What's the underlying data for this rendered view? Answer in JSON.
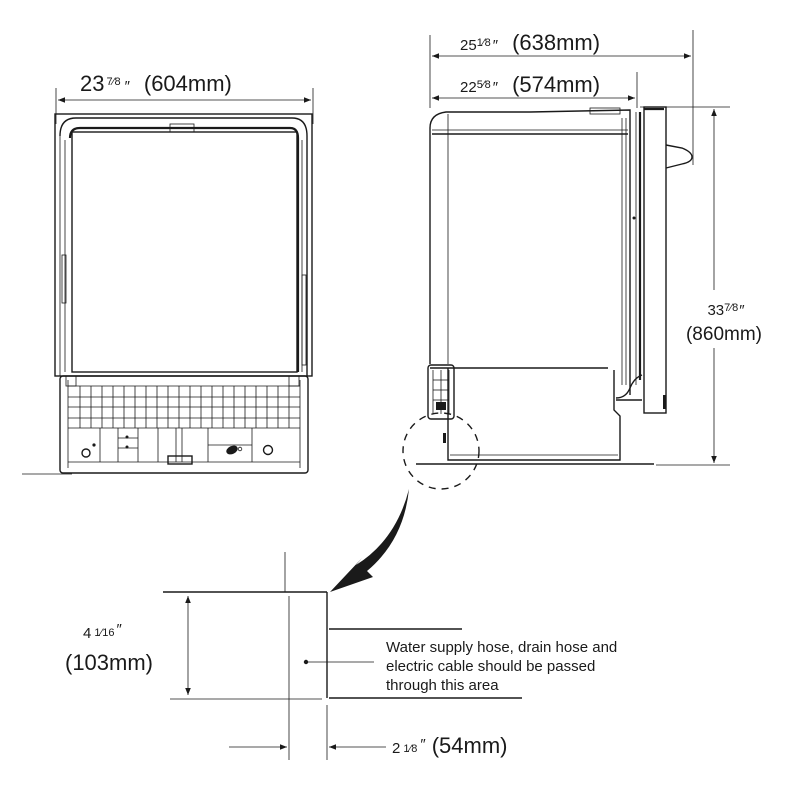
{
  "front_view": {
    "width_label": {
      "inches_whole": "23",
      "inches_frac": "7⁄8",
      "inch_mark": "″",
      "mm": "(604mm)"
    }
  },
  "side_view": {
    "overall_depth_label": {
      "inches_whole": "25",
      "inches_frac": "1⁄8",
      "inch_mark": "″",
      "mm": "(638mm)"
    },
    "cabinet_depth_label": {
      "inches_whole": "22",
      "inches_frac": "5⁄8",
      "inch_mark": "″",
      "mm": "(574mm)"
    },
    "height_label": {
      "inches_whole": "33",
      "inches_frac": "7⁄8",
      "inch_mark": "″",
      "mm": "(860mm)"
    }
  },
  "detail_view": {
    "height_label": {
      "inches_whole": "4",
      "inches_frac": "1⁄16",
      "inch_mark": "″",
      "mm": "(103mm)"
    },
    "width_label": {
      "inches_whole": "2",
      "inches_frac": "1⁄8",
      "inch_mark": "″",
      "mm": "(54mm)"
    },
    "note_lines": [
      "Water supply hose, drain hose and",
      "electric cable should be passed",
      "through this area"
    ]
  },
  "colors": {
    "line": "#1a1a1a",
    "background": "#ffffff"
  }
}
